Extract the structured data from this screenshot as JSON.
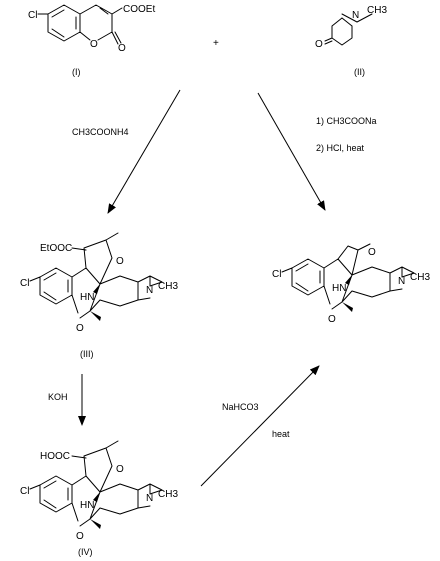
{
  "compounds": {
    "I": {
      "label": "(I)",
      "atoms": {
        "cl": "Cl",
        "cooet": "COOEt",
        "o_ring": "O",
        "o_keto": "O"
      }
    },
    "II": {
      "label": "(II)",
      "atoms": {
        "n": "N",
        "me": "CH3",
        "o": "O"
      }
    },
    "III": {
      "label": "(III)",
      "atoms": {
        "cl": "Cl",
        "ester": "EtOOC",
        "o_keto": "O",
        "n": "N",
        "me": "CH3",
        "nh": "HN",
        "o_ring": "O"
      }
    },
    "IV": {
      "label": "(IV)",
      "atoms": {
        "cl": "Cl",
        "acid": "HOOC",
        "o_keto": "O",
        "n": "N",
        "me": "CH3",
        "nh": "HN",
        "o_ring": "O"
      }
    },
    "P": {
      "atoms": {
        "cl": "Cl",
        "o_keto": "O",
        "n": "N",
        "me": "CH3",
        "nh": "HN",
        "o_ring": "O"
      }
    }
  },
  "operators": {
    "plus": "+"
  },
  "conditions": {
    "i_to_iii": "CH3COONH4",
    "to_product_1": "1) CH3COONa",
    "to_product_2": "2) HCl, heat",
    "iii_to_iv": "KOH",
    "iv_to_product_1": "NaHCO3",
    "iv_to_product_2": "heat"
  }
}
